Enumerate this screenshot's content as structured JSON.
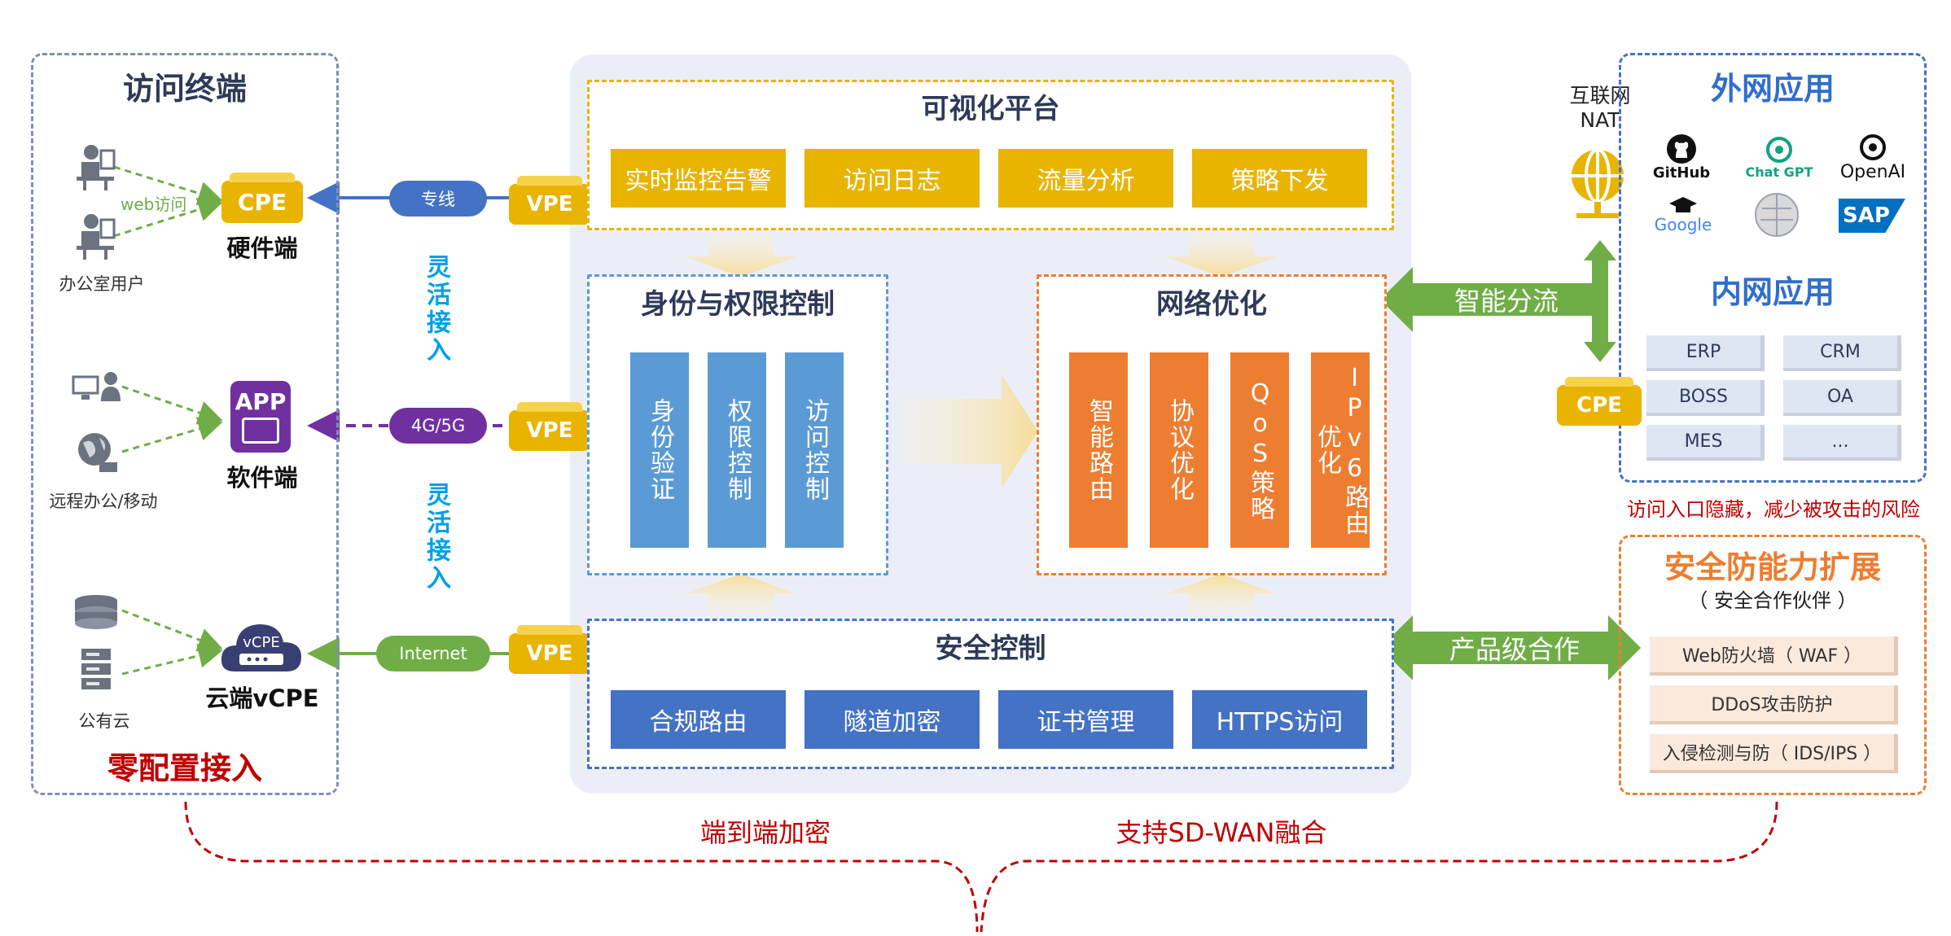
{
  "terminal": {
    "title": "访问终端",
    "office_users": "办公室用户",
    "web_access": "web访问",
    "hardware_label": "硬件端",
    "cpe": "CPE",
    "remote": "远程办公/移动",
    "app": "APP",
    "software_label": "软件端",
    "public_cloud": "公有云",
    "vcpe_icon": "vCPE",
    "cloud_vcpe_label": "云端vCPE",
    "zero_config": "零配置接入"
  },
  "links": {
    "dedicated": "专线",
    "mobile": "4G/5G",
    "internet": "Internet",
    "vpe": "VPE",
    "flexible": "灵活接入"
  },
  "platform": {
    "title": "可视化平台",
    "items": [
      "实时监控告警",
      "访问日志",
      "流量分析",
      "策略下发"
    ]
  },
  "identity": {
    "title": "身份与权限控制",
    "items": [
      "身份验证",
      "权限控制",
      "访问控制"
    ]
  },
  "network": {
    "title": "网络优化",
    "items": [
      "智能路由",
      "协议优化",
      "QoS策略",
      "IPv6路由优化"
    ]
  },
  "security": {
    "title": "安全控制",
    "items": [
      "合规路由",
      "隧道加密",
      "证书管理",
      "HTTPS访问"
    ]
  },
  "right": {
    "nat_line1": "互联网",
    "nat_line2": "NAT",
    "smart_split": "智能分流",
    "product_coop": "产品级合作",
    "external_title": "外网应用",
    "external_apps": [
      "GitHub",
      "Chat GPT",
      "OpenAI",
      "Google",
      "SAP"
    ],
    "internal_title": "内网应用",
    "internal_apps": [
      "ERP",
      "CRM",
      "BOSS",
      "OA",
      "MES",
      "..."
    ],
    "cpe": "CPE",
    "hidden_entry": "访问入口隐藏，减少被攻击的风险",
    "security_ext_title": "安全防能力扩展",
    "security_ext_subtitle": "（ 安全合作伙伴 ）",
    "security_ext_items": [
      "Web防火墙（ WAF ）",
      "DDoS攻击防护",
      "入侵检测与防（ IDS/IPS ）"
    ]
  },
  "bottom": {
    "e2e": "端到端加密",
    "sdwan": "支持SD-WAN融合"
  },
  "colors": {
    "yellow": "#e8b400",
    "blue": "#4472c4",
    "light_blue": "#5b9bd5",
    "orange": "#ed7d31",
    "green": "#70ad47",
    "purple": "#7030a0",
    "red": "#c00000"
  }
}
